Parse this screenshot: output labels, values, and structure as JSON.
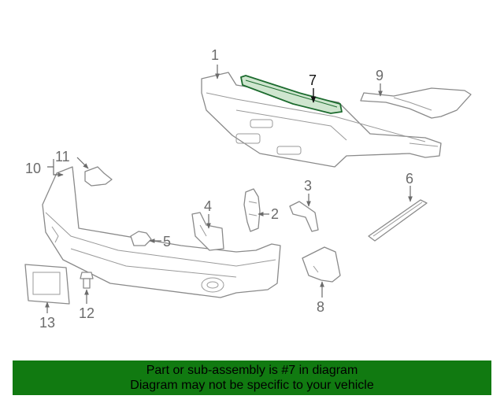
{
  "diagram": {
    "highlight_color": "#1c6b2e",
    "callouts": [
      {
        "id": "1",
        "label": "1"
      },
      {
        "id": "2",
        "label": "2"
      },
      {
        "id": "3",
        "label": "3"
      },
      {
        "id": "4",
        "label": "4"
      },
      {
        "id": "5",
        "label": "5"
      },
      {
        "id": "6",
        "label": "6"
      },
      {
        "id": "7",
        "label": "7"
      },
      {
        "id": "8",
        "label": "8"
      },
      {
        "id": "9",
        "label": "9"
      },
      {
        "id": "10",
        "label": "10"
      },
      {
        "id": "11",
        "label": "11"
      },
      {
        "id": "12",
        "label": "12"
      },
      {
        "id": "13",
        "label": "13"
      }
    ]
  },
  "footer": {
    "background": "#117a11",
    "line1": "Part or sub-assembly is #7 in diagram",
    "line2": "Diagram may not be specific to your vehicle"
  }
}
